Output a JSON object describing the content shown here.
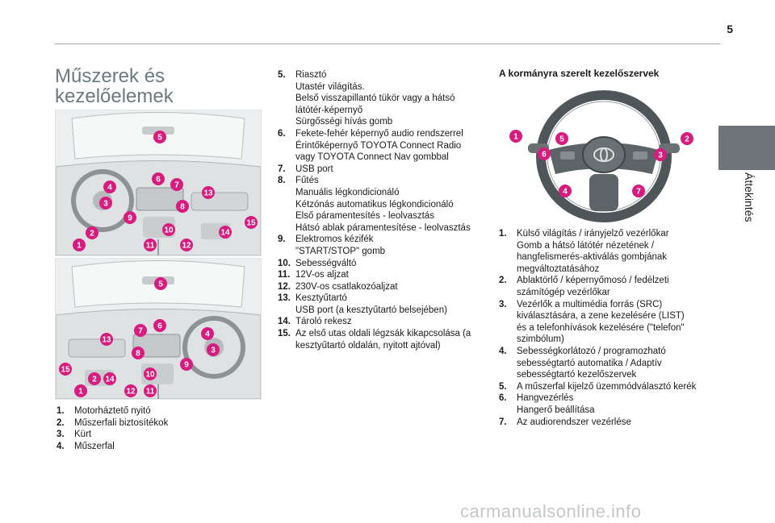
{
  "page": {
    "number": "5",
    "side_tab": "Áttekintés",
    "footer": "carmanualsonline.info"
  },
  "section_title": "Műszerek és kezelőelemek",
  "diagram_top": {
    "callouts": [
      "5",
      "6",
      "7",
      "4",
      "3",
      "13",
      "8",
      "9",
      "10",
      "15",
      "14",
      "2",
      "1",
      "11",
      "12"
    ]
  },
  "diagram_bottom": {
    "callouts": [
      "5",
      "6",
      "7",
      "4",
      "13",
      "3",
      "8",
      "9",
      "10",
      "15",
      "2",
      "14",
      "1",
      "12",
      "11"
    ]
  },
  "wheel": {
    "callouts": [
      "1",
      "5",
      "6",
      "2",
      "3",
      "4",
      "7"
    ]
  },
  "list_left": [
    {
      "num": "1.",
      "lines": [
        "Motorháztető nyitó"
      ]
    },
    {
      "num": "2.",
      "lines": [
        "Műszerfali biztosítékok"
      ]
    },
    {
      "num": "3.",
      "lines": [
        "Kürt"
      ]
    },
    {
      "num": "4.",
      "lines": [
        "Műszerfal"
      ]
    }
  ],
  "list_middle": [
    {
      "num": "5.",
      "lines": [
        "Riasztó",
        "Utastér világítás.",
        "Belső visszapillantó tükör vagy a hátsó",
        "látótér-képernyő",
        "Sürgősségi hívás gomb"
      ]
    },
    {
      "num": "6.",
      "lines": [
        "Fekete-fehér képernyő audio rendszerrel",
        "Érintőképernyő TOYOTA Connect Radio",
        "vagy TOYOTA Connect Nav gombbal"
      ]
    },
    {
      "num": "7.",
      "lines": [
        "USB port"
      ]
    },
    {
      "num": "8.",
      "lines": [
        "Fűtés",
        "Manuális légkondicionáló",
        "Kétzónás automatikus légkondicionáló",
        "Első páramentesítés - leolvasztás",
        "Hátsó ablak páramentesítése - leolvasztás"
      ]
    },
    {
      "num": "9.",
      "lines": [
        "Elektromos kézifék",
        "\"START/STOP\" gomb"
      ]
    },
    {
      "num": "10.",
      "lines": [
        "Sebességváltó"
      ]
    },
    {
      "num": "11.",
      "lines": [
        "12V-os aljzat"
      ]
    },
    {
      "num": "12.",
      "lines": [
        "230V-os csatlakozóaljzat"
      ]
    },
    {
      "num": "13.",
      "lines": [
        "Kesztyűtartó",
        "USB port (a kesztyűtartó belsejében)"
      ]
    },
    {
      "num": "14.",
      "lines": [
        "Tároló rekesz"
      ]
    },
    {
      "num": "15.",
      "lines": [
        "Az első utas oldali légzsák kikapcsolása (a",
        "kesztyűtartó oldalán, nyitott ajtóval)"
      ]
    }
  ],
  "right_heading": "A kormányra szerelt kezelőszervek",
  "list_right": [
    {
      "num": "1.",
      "lines": [
        "Külső világítás / irányjelző vezérlőkar",
        "Gomb a hátsó látótér nézetének /",
        "hangfelismerés-aktiválás gombjának",
        "megváltoztatásához"
      ]
    },
    {
      "num": "2.",
      "lines": [
        "Ablaktörlő / képernyőmosó / fedélzeti",
        "számítógép vezérlőkar"
      ]
    },
    {
      "num": "3.",
      "lines": [
        "Vezérlők a multimédia forrás (SRC)",
        "kiválasztására, a zene kezelésére (LIST)",
        "és a telefonhívások kezelésére (\"telefon\"",
        "szimbólum)"
      ]
    },
    {
      "num": "4.",
      "lines": [
        "Sebességkorlátozó / programozható",
        "sebességtartó automatika / Adaptív",
        "sebességtartó kezelőszervek"
      ]
    },
    {
      "num": "5.",
      "lines": [
        "A műszerfal kijelző üzemmódválasztó kerék"
      ]
    },
    {
      "num": "6.",
      "lines": [
        "Hangvezérlés",
        "Hangerő beállítása"
      ]
    },
    {
      "num": "7.",
      "lines": [
        "Az audiorendszer vezérlése"
      ]
    }
  ],
  "colors": {
    "callout": "#d81b7e",
    "tab": "#6d7578",
    "title": "#6a7a80"
  }
}
